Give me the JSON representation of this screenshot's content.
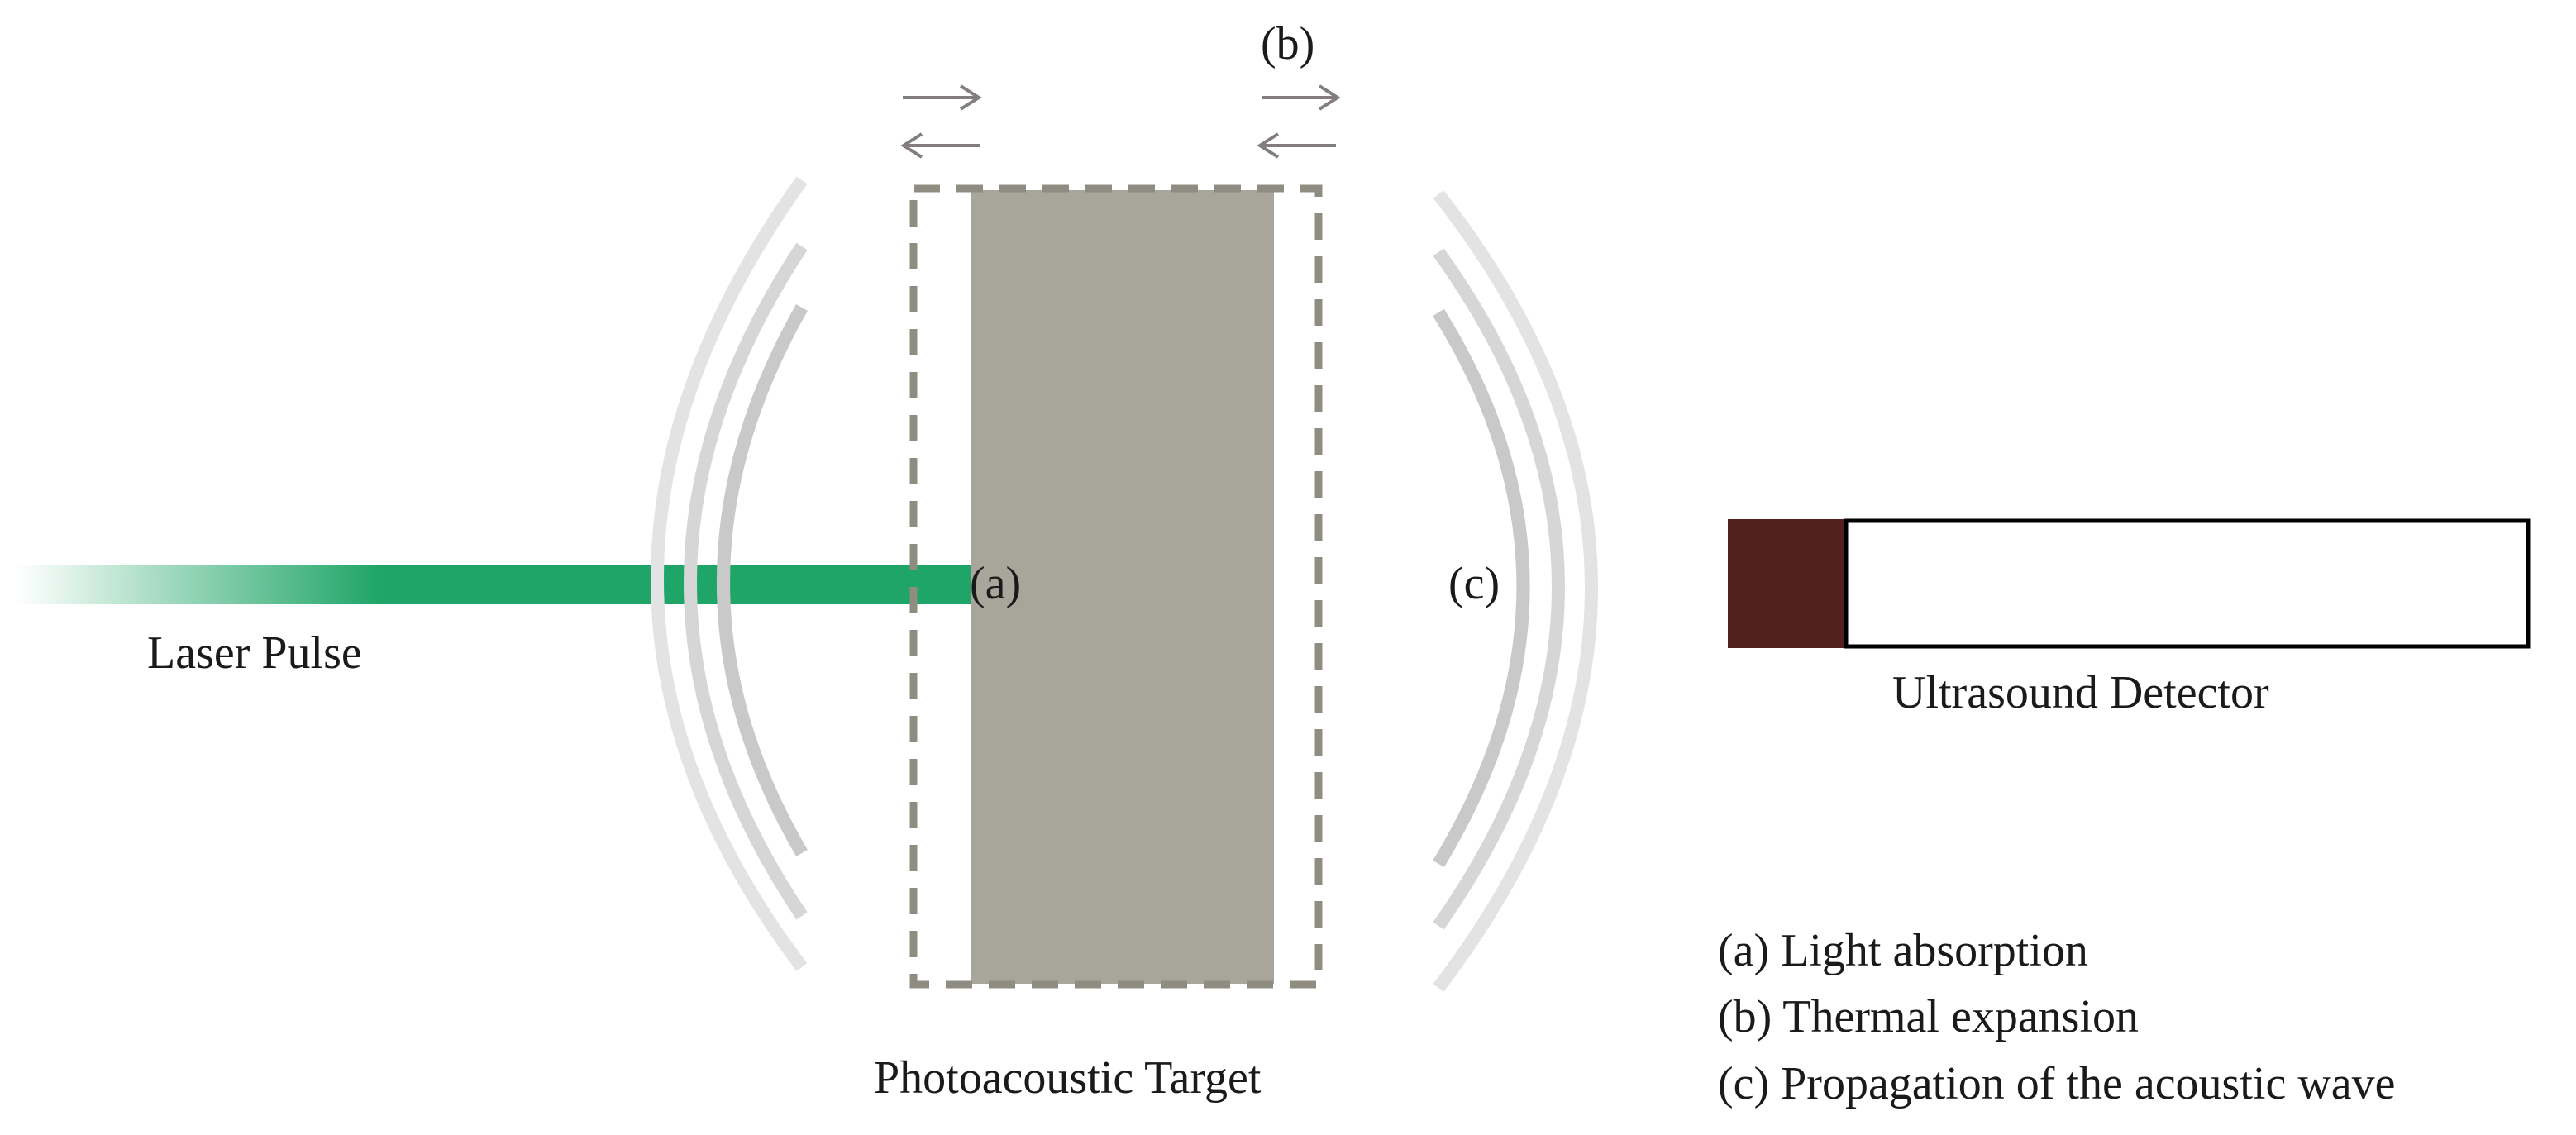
{
  "labels": {
    "a": "(a)",
    "b": "(b)",
    "c": "(c)",
    "laser": "Laser Pulse",
    "target": "Photoacoustic Target",
    "detector": "Ultrasound Detector"
  },
  "legend": [
    "(a) Light absorption",
    "(b) Thermal expansion",
    "(c) Propagation of the acoustic wave"
  ],
  "colors": {
    "laser": "#1fa567",
    "target_fill": "#a8a59a",
    "target_outline": "#8f8c82",
    "wave_light": "#e3e3e3",
    "wave_mid": "#d6d6d6",
    "wave_dark": "#c9c9c9",
    "arrow": "#847d7d",
    "detector_element": "#532020",
    "detector_outline": "#000000"
  }
}
